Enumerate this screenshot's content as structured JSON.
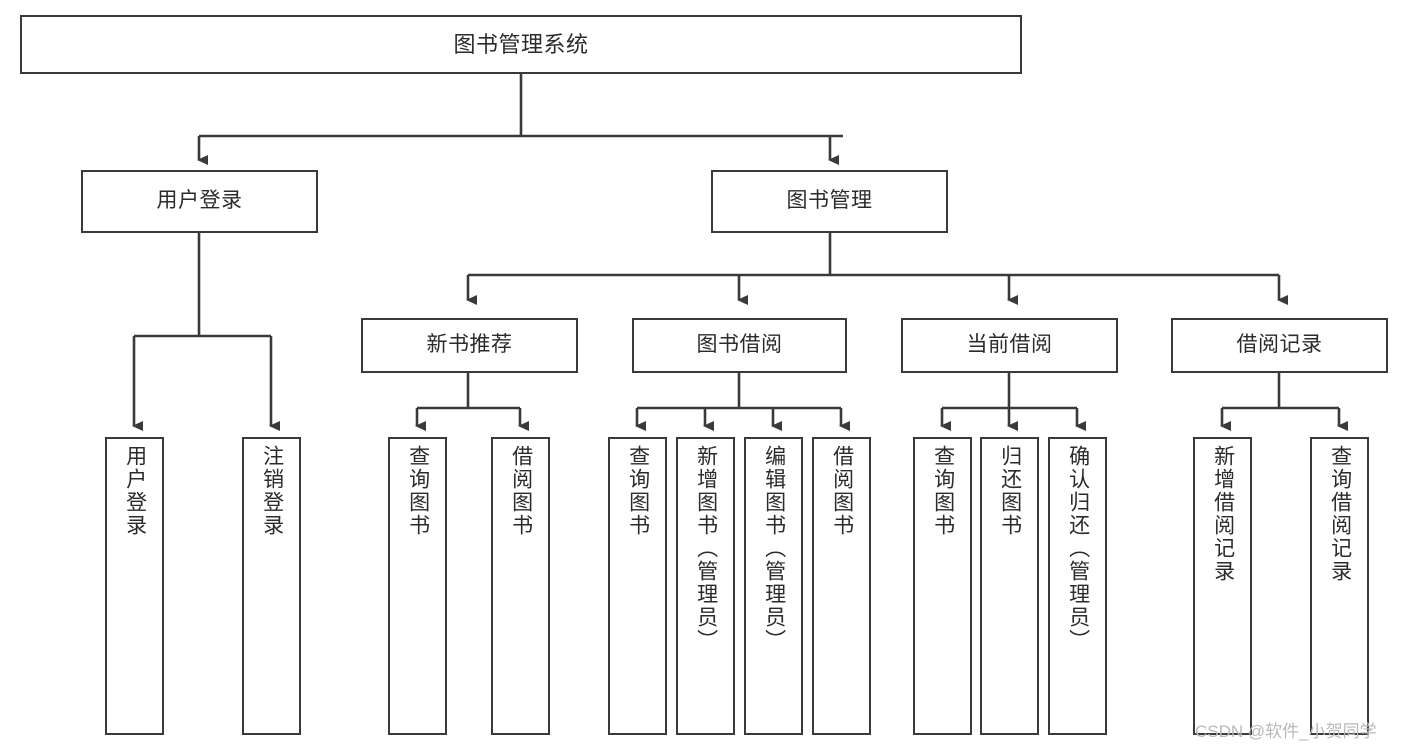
{
  "diagram": {
    "title": "图书管理系统",
    "type": "tree-hierarchy",
    "watermark": "CSDN @软件_小贺同学",
    "colors": {
      "stroke": "#3a3a3a",
      "fill": "#ffffff",
      "text": "#2b2b2b",
      "watermark": "#b9b9b9"
    },
    "nodes": {
      "root": {
        "label": "图书管理系统"
      },
      "level2": [
        {
          "label": "用户登录"
        },
        {
          "label": "图书管理"
        }
      ],
      "level3": [
        {
          "label": "新书推荐"
        },
        {
          "label": "图书借阅"
        },
        {
          "label": "当前借阅"
        },
        {
          "label": "借阅记录"
        }
      ],
      "leaves": {
        "user_login": [
          {
            "label": "用户登录"
          },
          {
            "label": "注销登录"
          }
        ],
        "new_book": [
          {
            "label": "查询图书"
          },
          {
            "label": "借阅图书"
          }
        ],
        "borrow_book": [
          {
            "label": "查询图书"
          },
          {
            "label": "新增图书（管理员）"
          },
          {
            "label": "编辑图书（管理员）"
          },
          {
            "label": "借阅图书"
          }
        ],
        "current_borrow": [
          {
            "label": "查询图书"
          },
          {
            "label": "归还图书"
          },
          {
            "label": "确认归还（管理员）"
          }
        ],
        "borrow_record": [
          {
            "label": "新增借阅记录"
          },
          {
            "label": "查询借阅记录"
          }
        ]
      }
    }
  }
}
